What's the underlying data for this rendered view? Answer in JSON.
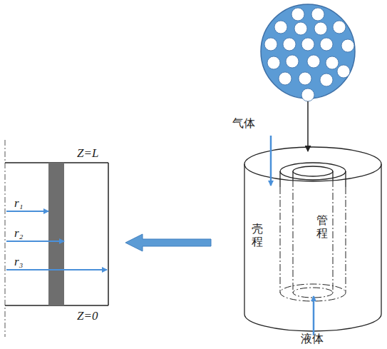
{
  "diagram": {
    "labels": [
      "气体",
      "壳程",
      "管程",
      "液体",
      "Z=L",
      "r₁",
      "r₂",
      "r₃",
      "Z=0"
    ]
  }
}
